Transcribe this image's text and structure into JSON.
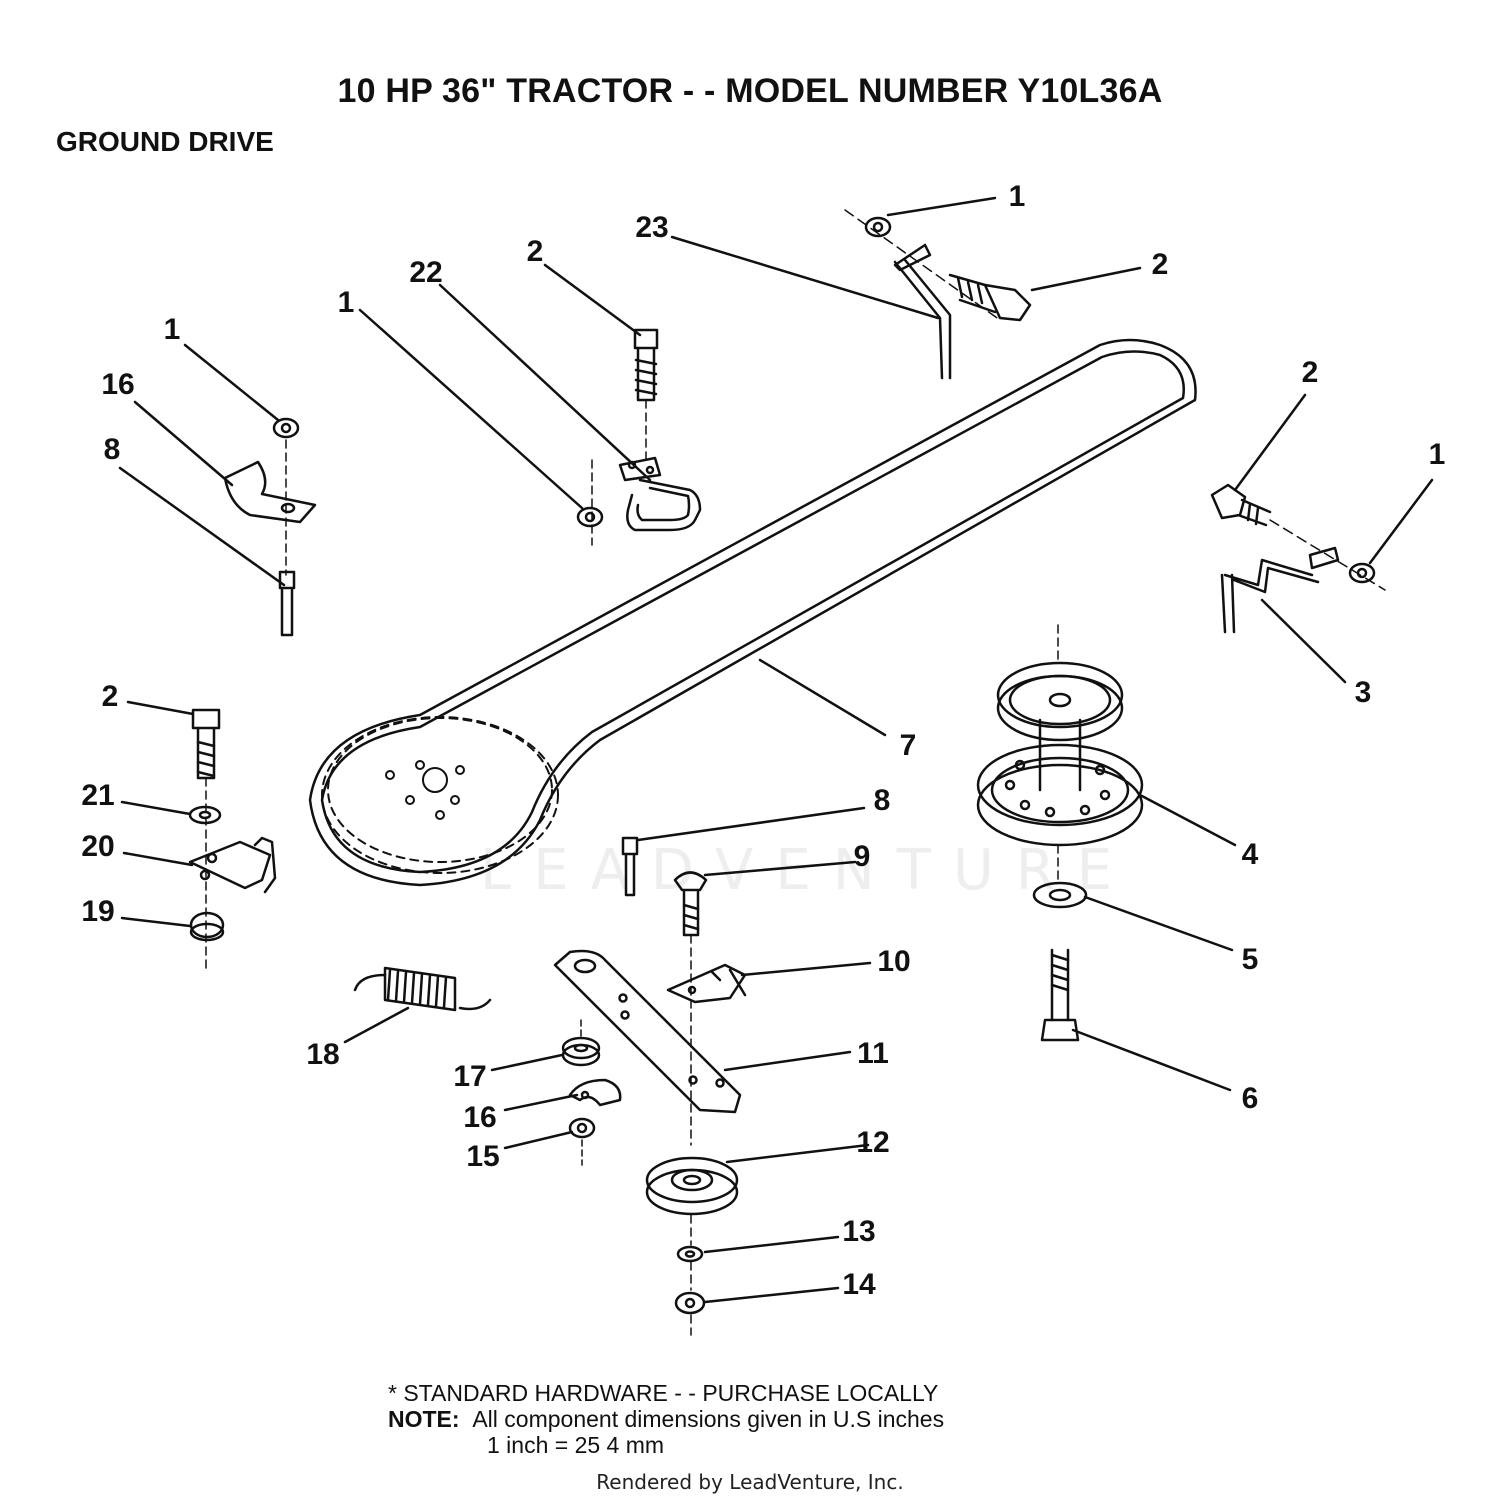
{
  "header": {
    "title": "10 HP 36\" TRACTOR - - MODEL NUMBER Y10L36A",
    "section": "GROUND DRIVE"
  },
  "watermark": {
    "text": "LEADVENTURE"
  },
  "callouts": [
    {
      "id": "c1a",
      "label": "1"
    },
    {
      "id": "c2a",
      "label": "2"
    },
    {
      "id": "c23",
      "label": "23"
    },
    {
      "id": "c2b",
      "label": "2"
    },
    {
      "id": "c22",
      "label": "22"
    },
    {
      "id": "c1b",
      "label": "1"
    },
    {
      "id": "c1c",
      "label": "1"
    },
    {
      "id": "c16a",
      "label": "16"
    },
    {
      "id": "c8a",
      "label": "8"
    },
    {
      "id": "c2c",
      "label": "2"
    },
    {
      "id": "c1d",
      "label": "1"
    },
    {
      "id": "c3",
      "label": "3"
    },
    {
      "id": "c7",
      "label": "7"
    },
    {
      "id": "c4",
      "label": "4"
    },
    {
      "id": "c5",
      "label": "5"
    },
    {
      "id": "c6",
      "label": "6"
    },
    {
      "id": "c2d",
      "label": "2"
    },
    {
      "id": "c21",
      "label": "21"
    },
    {
      "id": "c20",
      "label": "20"
    },
    {
      "id": "c19",
      "label": "19"
    },
    {
      "id": "c8b",
      "label": "8"
    },
    {
      "id": "c9",
      "label": "9"
    },
    {
      "id": "c10",
      "label": "10"
    },
    {
      "id": "c11",
      "label": "11"
    },
    {
      "id": "c12",
      "label": "12"
    },
    {
      "id": "c13",
      "label": "13"
    },
    {
      "id": "c14",
      "label": "14"
    },
    {
      "id": "c18",
      "label": "18"
    },
    {
      "id": "c17",
      "label": "17"
    },
    {
      "id": "c16b",
      "label": "16"
    },
    {
      "id": "c15",
      "label": "15"
    }
  ],
  "footer": {
    "standard_hardware": "* STANDARD HARDWARE - - PURCHASE LOCALLY",
    "note_label": "NOTE:",
    "note_text": "All component dimensions given in U.S  inches",
    "conversion": "1 inch = 25 4 mm",
    "rendered_by": "Rendered by LeadVenture, Inc."
  }
}
